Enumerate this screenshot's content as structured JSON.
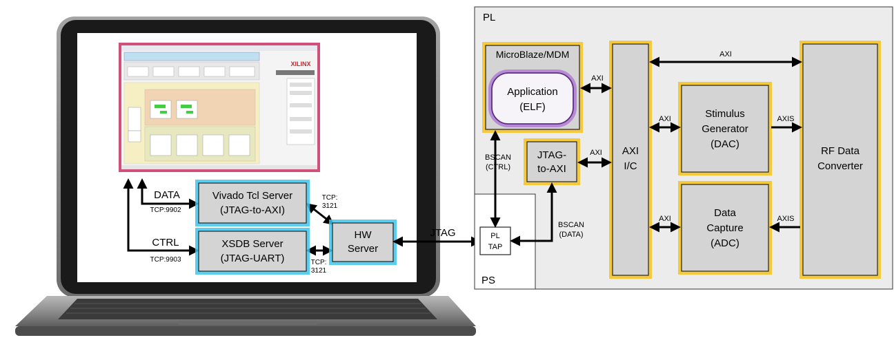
{
  "pc": {
    "data_label": "DATA",
    "data_port": "TCP:9902",
    "ctrl_label": "CTRL",
    "ctrl_port": "TCP:9903",
    "vivado_line1": "Vivado Tcl Server",
    "vivado_line2": "(JTAG-to-AXI)",
    "xsdb_line1": "XSDB Server",
    "xsdb_line2": "(JTAG-UART)",
    "hw_line1": "HW",
    "hw_line2": "Server",
    "tcp_top1": "TCP:",
    "tcp_top2": "3121",
    "tcp_bottom1": "TCP:",
    "tcp_bottom2": "3121",
    "gui_brand": "XILINX",
    "jtag_label": "JTAG"
  },
  "fpga": {
    "pl_title": "PL",
    "ps_title": "PS",
    "microblaze_title": "MicroBlaze/MDM",
    "app_line1": "Application",
    "app_line2": "(ELF)",
    "axi_mb": "AXI",
    "jtag_axi_line1": "JTAG-",
    "jtag_axi_line2": "to-AXI",
    "axi_jta": "AXI",
    "bscan_ctrl_line1": "BSCAN",
    "bscan_ctrl_line2": "(CTRL)",
    "bscan_data_line1": "BSCAN",
    "bscan_data_line2": "(DATA)",
    "pl_tap_line1": "PL",
    "pl_tap_line2": "TAP",
    "axi_ic_line1": "AXI",
    "axi_ic_line2": "I/C",
    "axi_top": "AXI",
    "axi_stim": "AXI",
    "axi_cap": "AXI",
    "stim_line1": "Stimulus",
    "stim_line2": "Generator",
    "stim_line3": "(DAC)",
    "cap_line1": "Data",
    "cap_line2": "Capture",
    "cap_line3": "(ADC)",
    "axis_stim": "AXIS",
    "axis_cap": "AXIS",
    "rf_line1": "RF Data",
    "rf_line2": "Converter"
  },
  "colors": {
    "laptop_body": "#7c7c7c",
    "laptop_bezel": "#1c1c1c",
    "block_fill": "#d4d4d4",
    "block_fill_light": "#dcdcdc",
    "gold_glow": "#f6c52a",
    "blue_glow": "#3ec6ec",
    "gui_frame": "#d0507a",
    "app_ring": "#7a3aa0"
  }
}
